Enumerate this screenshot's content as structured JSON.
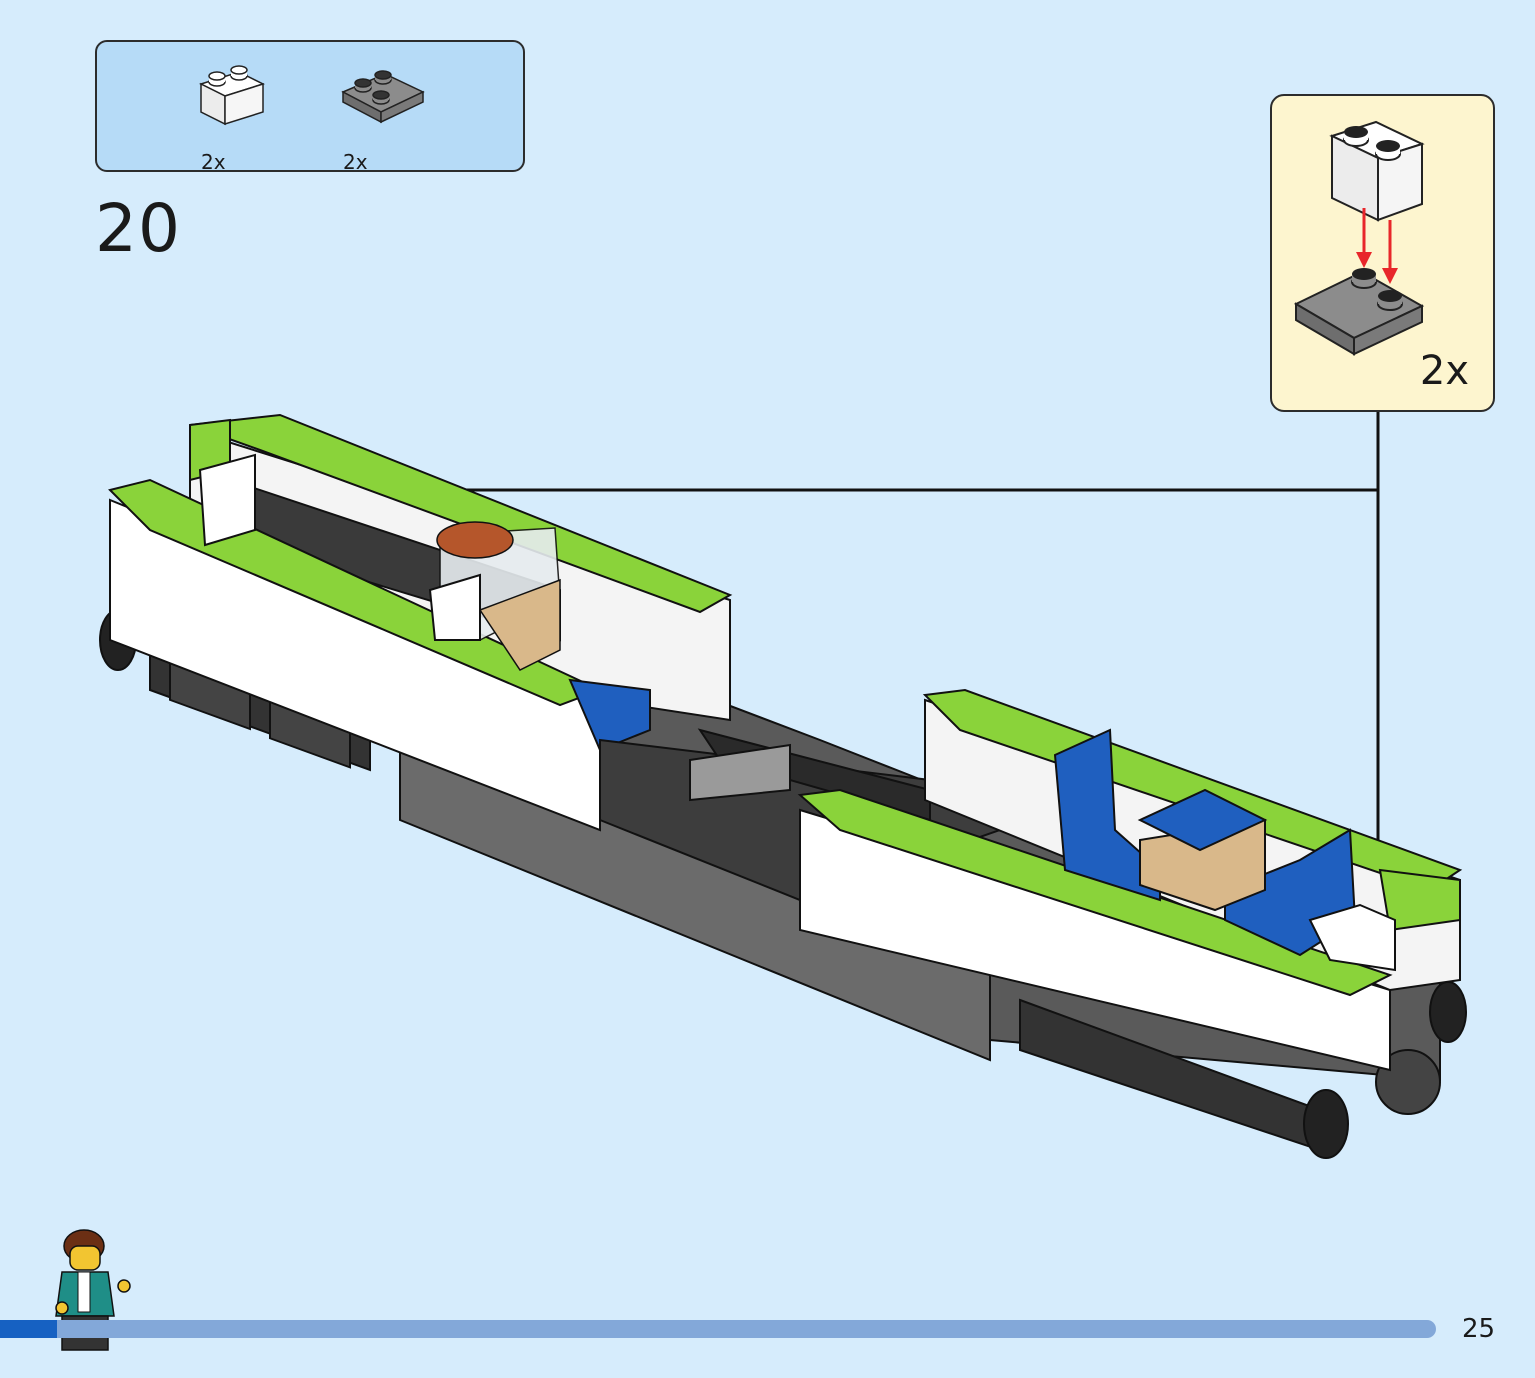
{
  "parts_list": {
    "items": [
      {
        "name": "white-brick-1x2-icon",
        "quantity": "2x",
        "color": "#ffffff"
      },
      {
        "name": "dark-gray-plate-2x2-corner-icon",
        "quantity": "2x",
        "color": "#8a8a8a"
      }
    ]
  },
  "step": {
    "number": "20"
  },
  "callout": {
    "quantity": "2x"
  },
  "colors": {
    "background": "#d6ecfc",
    "parts_box": "#b6dbf7",
    "callout_box": "#fdf5cf",
    "lime_green": "#8ad33a",
    "white": "#ffffff",
    "dark_gray": "#555555",
    "blue": "#1f5fbf",
    "red_arrow": "#e8262a",
    "progress_fill": "#1661c2",
    "progress_track": "#83a8d9"
  },
  "progress": {
    "fraction": 0.04
  },
  "page": {
    "number": "25"
  }
}
